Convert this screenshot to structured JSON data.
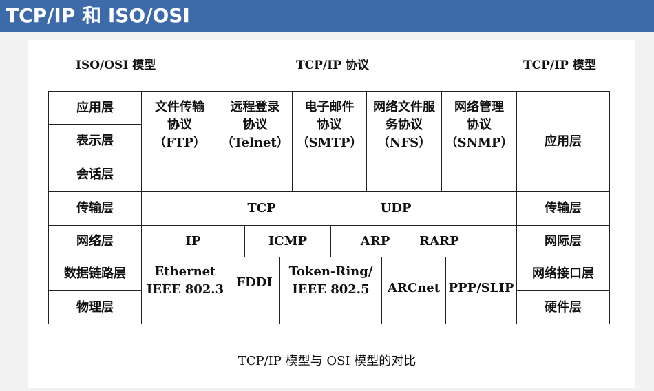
{
  "header": {
    "title": "TCP/IP 和 ISO/OSI"
  },
  "columns": {
    "osi": "ISO/OSI 模型",
    "protocols": "TCP/IP 协议",
    "tcpip": "TCP/IP 模型"
  },
  "osi_layers": {
    "application": "应用层",
    "presentation": "表示层",
    "session": "会话层",
    "transport": "传输层",
    "network": "网络层",
    "datalink": "数据链路层",
    "physical": "物理层"
  },
  "tcpip_layers": {
    "application": "应用层",
    "transport": "传输层",
    "internet": "网际层",
    "interface": "网络接口层",
    "hardware": "硬件层"
  },
  "app_protocols": {
    "ftp": "文件传输\n协议\n（FTP）",
    "telnet": "远程登录\n协议\n（Telnet）",
    "smtp": "电子邮件\n协议\n（SMTP）",
    "nfs": "网络文件服\n务协议\n（NFS）",
    "snmp": "网络管理\n协议\n（SNMP）"
  },
  "transport_protocols": {
    "tcp": "TCP",
    "udp": "UDP"
  },
  "network_protocols": {
    "ip": "IP",
    "icmp": "ICMP",
    "arp": "ARP",
    "rarp": "RARP"
  },
  "link_protocols": {
    "ethernet": "Ethernet\nIEEE 802.3",
    "fddi": "FDDI",
    "tokenring": "Token-Ring/\nIEEE 802.5",
    "arcnet": "ARCnet",
    "ppp": "PPP/SLIP"
  },
  "caption": "TCP/IP 模型与 OSI 模型的对比"
}
